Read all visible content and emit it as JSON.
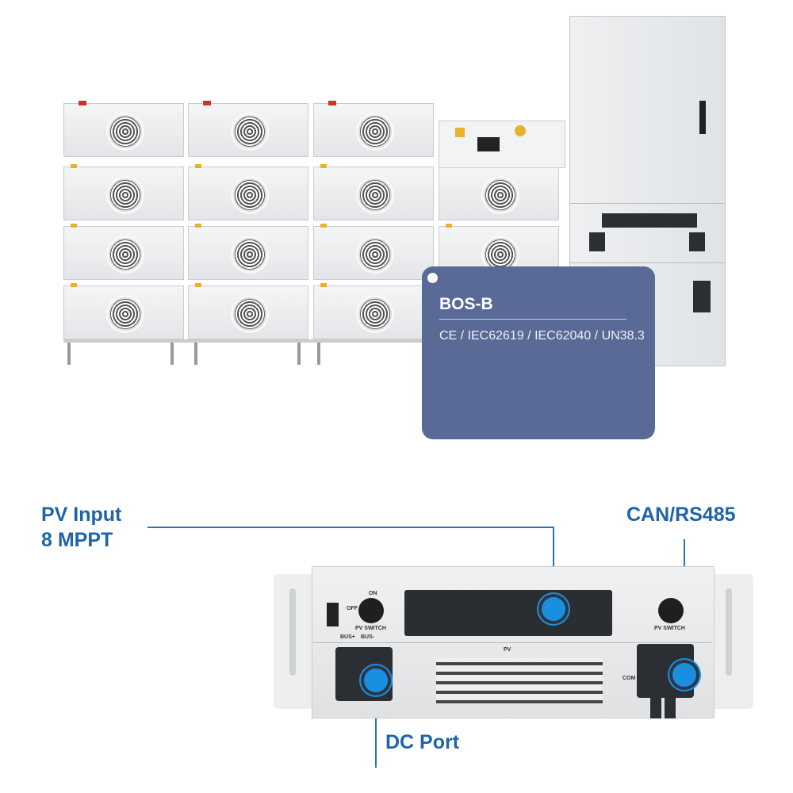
{
  "card": {
    "title": "BOS-B",
    "certifications": "CE / IEC62619 / IEC62040 / UN38.3"
  },
  "callouts": {
    "pv_input_line1": "PV Input",
    "pv_input_line2": "8 MPPT",
    "can": "CAN/RS485",
    "dc": "DC Port"
  },
  "device": {
    "pv_switch": "PV SWITCH",
    "bus_plus": "BUS+",
    "bus_minus": "BUS-",
    "pv": "PV",
    "com": "COM",
    "off": "OFF",
    "on": "ON"
  },
  "colors": {
    "card": "#5a6a96",
    "accent": "#1f64a8",
    "highlight": "#1a8fe0"
  }
}
